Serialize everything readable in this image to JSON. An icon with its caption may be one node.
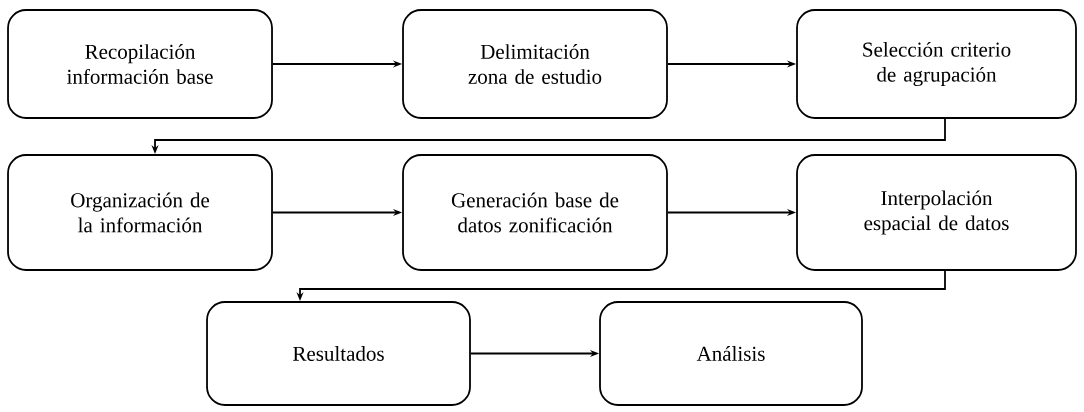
{
  "diagram": {
    "nodes": [
      {
        "text": [
          "Recopilación información base"
        ]
      },
      {
        "text": [
          "Delimitación zona de estudio"
        ]
      },
      {
        "text": [
          "Selección criterio de agrupación"
        ]
      },
      {
        "text": [
          "Organización de la información"
        ]
      },
      {
        "text": [
          "Generación base de datos zonificación"
        ]
      },
      {
        "text": [
          "Interpolación espacial de datos"
        ]
      },
      {
        "text": [
          "Resultados"
        ]
      },
      {
        "text": [
          "Análisis"
        ]
      }
    ],
    "edges": [
      {
        "from": 0,
        "to": 1,
        "arrow": "to"
      },
      {
        "from": 1,
        "to": 2,
        "arrow": "to"
      },
      {
        "from": 2,
        "to": 3,
        "arrow": "to"
      },
      {
        "from": 3,
        "to": 4,
        "arrow": "to"
      },
      {
        "from": 4,
        "to": 5,
        "arrow": "to"
      },
      {
        "from": 5,
        "to": 6,
        "arrow": "to"
      },
      {
        "from": 6,
        "to": 7,
        "arrow": "to"
      }
    ]
  }
}
